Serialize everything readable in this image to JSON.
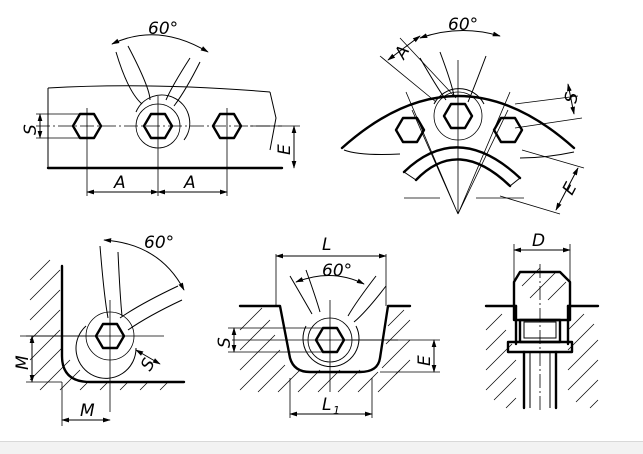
{
  "figures": {
    "fig1": {
      "angle": "60°",
      "dim_a1": "A",
      "dim_a2": "A",
      "dim_s": "S",
      "dim_e": "E"
    },
    "fig2": {
      "angle": "60°",
      "dim_a": "A",
      "dim_s": "S",
      "dim_e": "E"
    },
    "fig3": {
      "angle": "60°",
      "dim_s": "S",
      "dim_m_vertical": "M",
      "dim_m_horizontal": "M"
    },
    "fig4": {
      "angle": "60°",
      "dim_l": "L",
      "dim_l1_main": "L",
      "dim_l1_sub": "1",
      "dim_s": "S",
      "dim_e": "E"
    },
    "fig5": {
      "dim_d": "D"
    }
  }
}
